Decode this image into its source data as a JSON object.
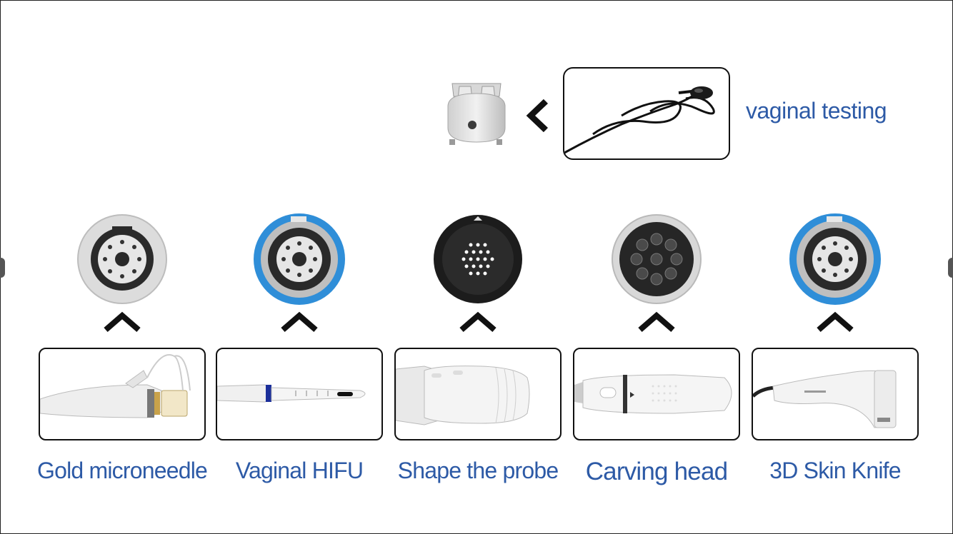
{
  "top": {
    "testing_label": "vaginal testing",
    "images": [
      "vaginal-probe-head-icon",
      "chevron-left-icon",
      "pressure-sensor-cable-icon"
    ]
  },
  "products": [
    {
      "label": "Gold microneedle",
      "head": "gray",
      "handle": "microneedle"
    },
    {
      "label": "Vaginal HIFU",
      "head": "blue",
      "handle": "vaginal"
    },
    {
      "label": "Shape the probe",
      "head": "black",
      "handle": "shape"
    },
    {
      "label": "Carving head",
      "head": "cluster",
      "handle": "carving"
    },
    {
      "label": "3D Skin Knife",
      "head": "blue",
      "handle": "knife"
    }
  ],
  "colors": {
    "label_blue": "#2d5aa6",
    "ring_blue": "#2f8ed8",
    "border": "#111111"
  }
}
